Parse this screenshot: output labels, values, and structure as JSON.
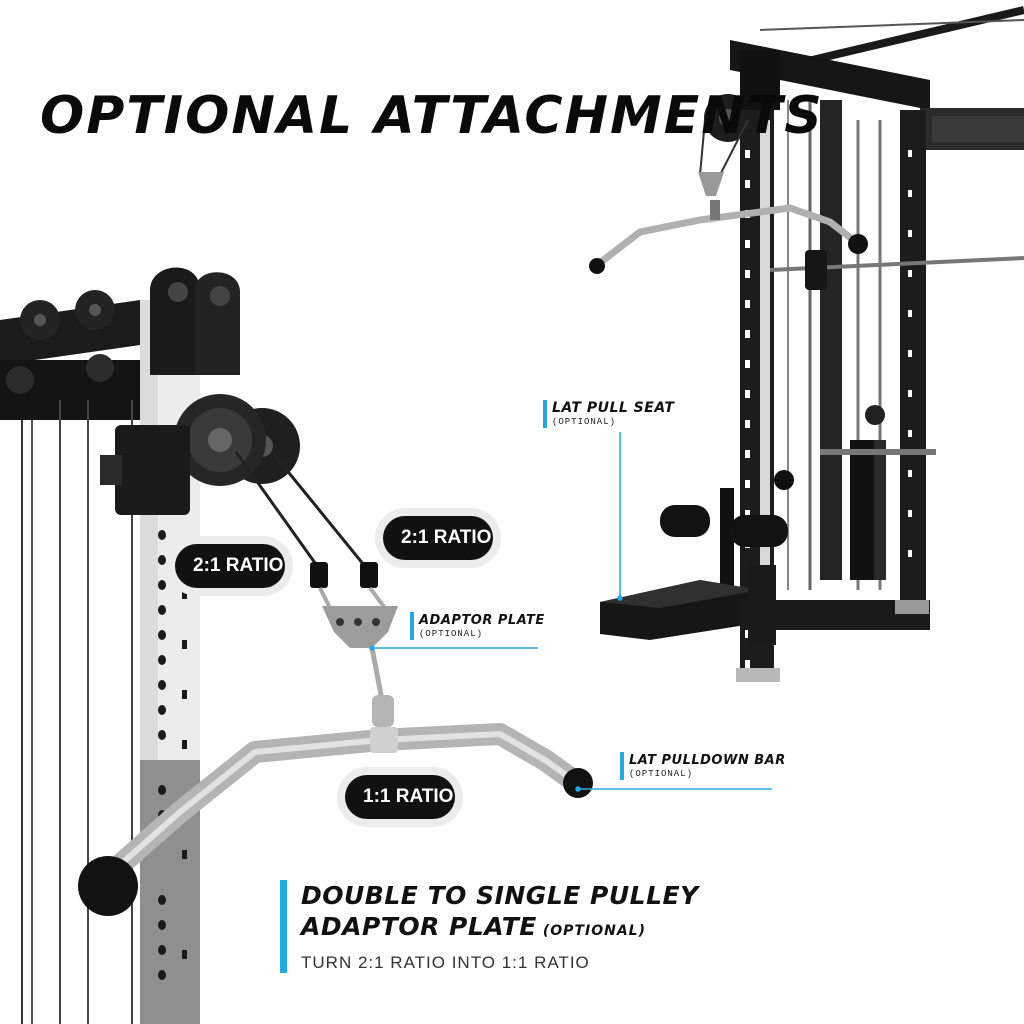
{
  "headline": "OPTIONAL ATTACHMENTS",
  "ratio_labels": {
    "left": "2:1 RATIO",
    "right": "2:1 RATIO",
    "bottom": "1:1 RATIO"
  },
  "callouts": {
    "lat_pull_seat": {
      "title": "LAT PULL SEAT",
      "note": "(OPTIONAL)"
    },
    "adaptor_plate": {
      "title": "ADAPTOR PLATE",
      "note": "(OPTIONAL)"
    },
    "lat_pulldown_bar": {
      "title": "LAT PULLDOWN BAR",
      "note": "(OPTIONAL)"
    }
  },
  "feature": {
    "line1": "DOUBLE TO SINGLE PULLEY",
    "line2": "ADAPTOR PLATE",
    "line2_note": "(OPTIONAL)",
    "subtitle": "TURN 2:1 RATIO INTO 1:1 RATIO"
  },
  "colors": {
    "accent": "#29a8e0",
    "pill_bg": "#111111",
    "text": "#111111"
  }
}
